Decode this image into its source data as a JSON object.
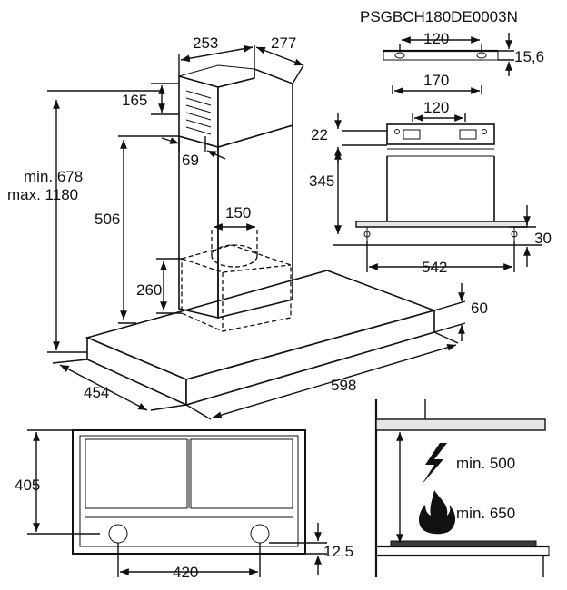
{
  "model_code": "PSGBCH180DE0003N",
  "main_view": {
    "chimney_width": "253",
    "chimney_depth": "277",
    "upper_offset": "165",
    "side_gap": "69",
    "height_range_min": "min. 678",
    "height_range_max": "max. 1180",
    "lower_height": "506",
    "duct_diameter": "150",
    "duct_box_height": "260",
    "canopy_thickness": "60",
    "canopy_depth": "454",
    "canopy_width": "598"
  },
  "bracket_view": {
    "top_hole_spacing": "120",
    "top_offset": "15,6",
    "bracket_width": "170",
    "bracket_hole_spacing": "120",
    "bracket_offset": "22",
    "bracket_height": "345",
    "bottom_offset": "30",
    "bottom_hole_spacing": "542"
  },
  "bottom_view": {
    "depth": "405",
    "lamp_spacing": "420",
    "lamp_offset": "12,5"
  },
  "clearance_view": {
    "electric_label": "min. 500",
    "gas_label": "min. 650",
    "electric_icon": "lightning-bolt",
    "gas_icon": "flame"
  }
}
